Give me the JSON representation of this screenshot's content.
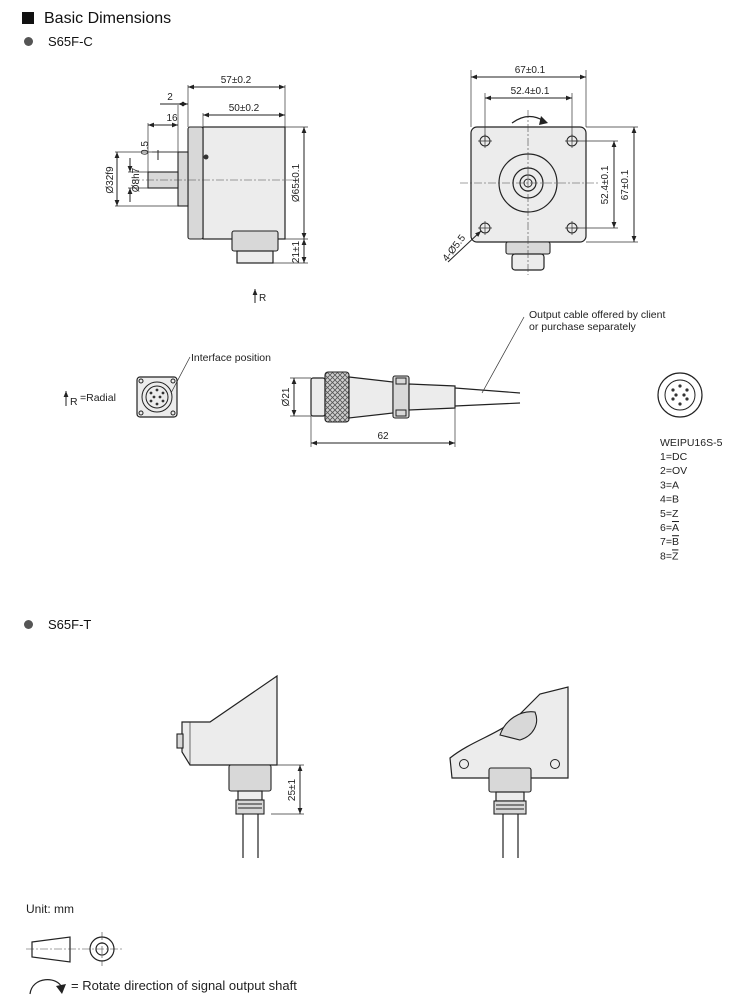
{
  "heading": {
    "title": "Basic Dimensions"
  },
  "models": {
    "c": "S65F-C",
    "t": "S65F-T"
  },
  "dims": {
    "len57": "57±0.2",
    "len2": "2",
    "len16": "16",
    "len50": "50±0.2",
    "len0_5": "0.5",
    "dia32": "Ø32f9",
    "dia8": "Ø8h7",
    "dia65": "Ø65±0.1",
    "len21": "21±1",
    "r": "R",
    "w67": "67±0.1",
    "w52": "52.4±0.1",
    "h52": "52.4±0.1",
    "h67": "67±0.1",
    "holes": "4-Ø5.5",
    "dia21": "Ø21",
    "len62": "62",
    "t25": "25±1"
  },
  "labels": {
    "interface": "Interface position",
    "radial": "=Radial",
    "radial_r": "R",
    "cable_1": "Output cable offered by client",
    "cable_2": "or purchase separately"
  },
  "connector": {
    "model": "WEIPU16S-5",
    "pins": [
      {
        "num": "1=",
        "sig": "DC",
        "bar": false
      },
      {
        "num": "2=",
        "sig": "OV",
        "bar": false
      },
      {
        "num": "3=",
        "sig": "A",
        "bar": false
      },
      {
        "num": "4=",
        "sig": "B",
        "bar": false
      },
      {
        "num": "5=",
        "sig": "Z",
        "bar": false
      },
      {
        "num": "6=",
        "sig": "A",
        "bar": true
      },
      {
        "num": "7=",
        "sig": "B",
        "bar": true
      },
      {
        "num": "8=",
        "sig": "Z",
        "bar": true
      }
    ]
  },
  "footer": {
    "unit": "Unit: mm",
    "rotate": "= Rotate direction of signal output shaft"
  }
}
